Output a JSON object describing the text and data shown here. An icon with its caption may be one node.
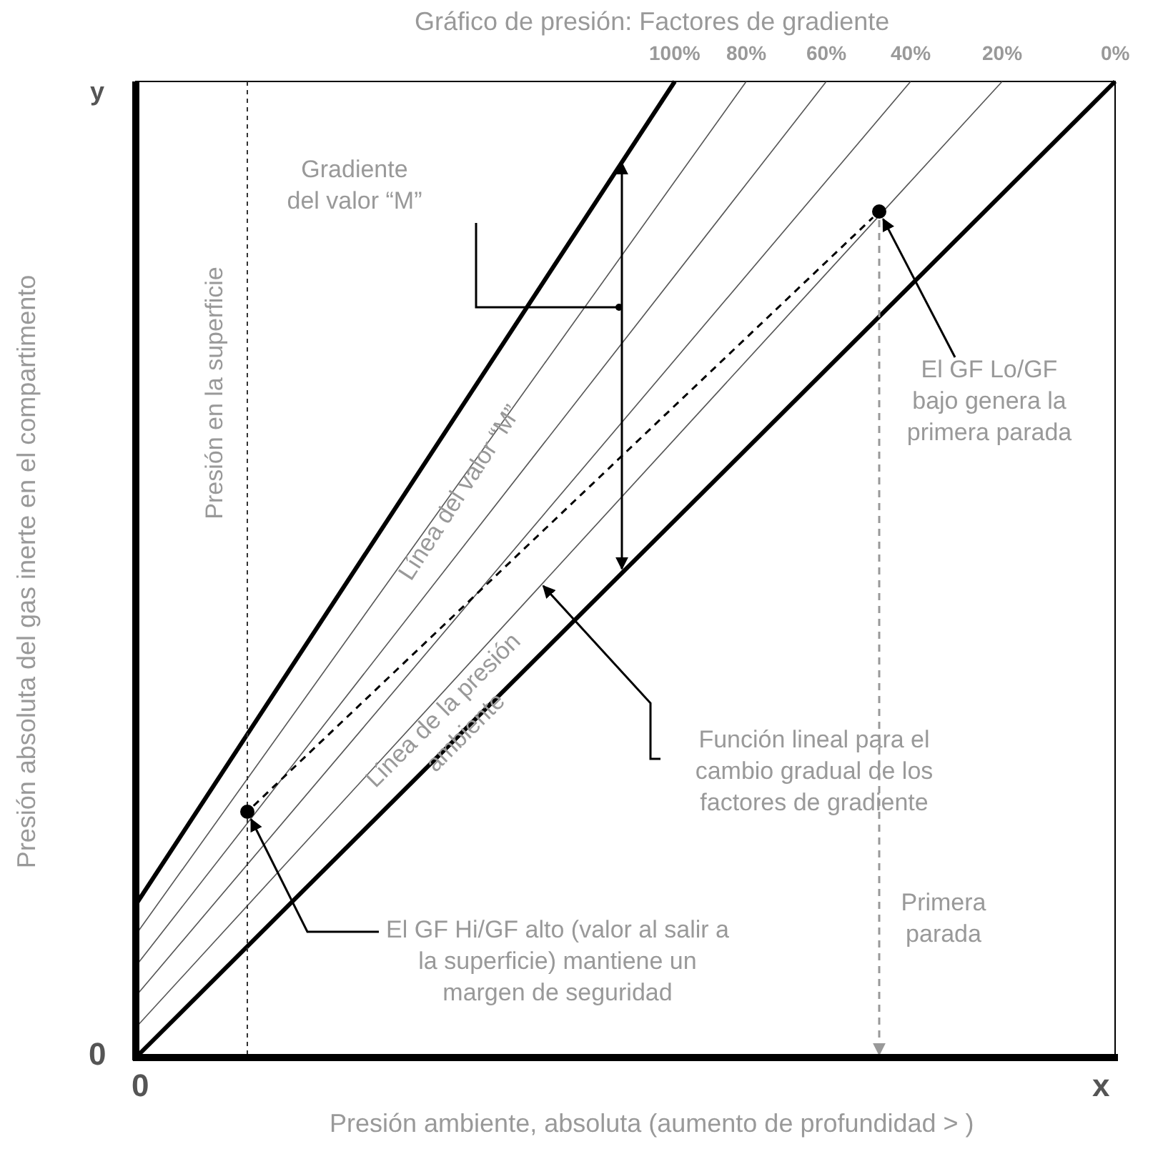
{
  "diagram": {
    "title": "Gráfico de presión: Factores de gradiente",
    "nodes": [
      {
        "text": [
          "El GF Lo/GF bajo genera la primera parada"
        ]
      },
      {
        "text": [],
        "shape": "circle"
      },
      {
        "text": [
          "Función lineal para el cambio gradual de los factores de gradiente"
        ]
      },
      {
        "text": [
          "El GF Hi/GF alto (valor al salir a la superficie) mantiene un margen de seguridad"
        ]
      },
      {
        "text": [],
        "shape": "circle"
      },
      {
        "text": [
          "Gradiente del valor “M”"
        ]
      }
    ],
    "edges": [
      {
        "from": 0,
        "to": 1,
        "arrow": "to"
      },
      {
        "from": 4,
        "to": 1,
        "arrow": "none",
        "style": "dashed"
      },
      {
        "from": 2,
        "to": null,
        "arrow": "to"
      },
      {
        "from": 3,
        "to": 4,
        "arrow": "to"
      },
      {
        "from": 5,
        "to": null,
        "arrow": "other"
      },
      {
        "from": 1,
        "to": null,
        "arrow": "to",
        "style": "dashed",
        "color": "#999999"
      }
    ],
    "labels": [
      "100%",
      "80%",
      "60%",
      "40%",
      "20%",
      "0%",
      "y",
      "Presión absoluta del gas inerte en el compartimento",
      "Presión en la superficie",
      "Línea del valor “M”",
      "Línea de la presión ambiente",
      "Primera parada",
      "0",
      "0",
      "x",
      "Presión ambiente, absoluta (aumento de profundidad > )"
    ]
  }
}
